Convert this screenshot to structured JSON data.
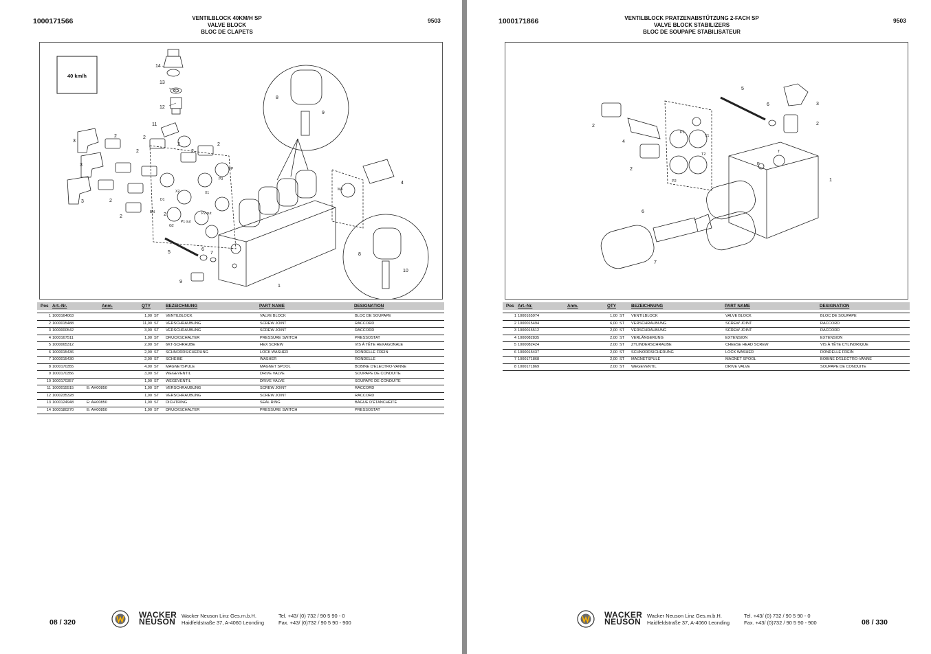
{
  "left": {
    "part_code": "1000171566",
    "title_de": "VENTILBLOCK 40KM/H SP",
    "title_en": "VALVE BLOCK",
    "title_fr": "BLOC DE CLAPETS",
    "section": "9503",
    "diagram_label": "40 km/h",
    "callouts": [
      "14",
      "13",
      "12",
      "11",
      "3",
      "2",
      "2",
      "2",
      "2",
      "2",
      "2",
      "3",
      "3",
      "2",
      "2",
      "2",
      "8",
      "9",
      "4",
      "5",
      "6",
      "7",
      "9",
      "1",
      "8",
      "10"
    ],
    "port_labels": [
      "FP",
      "X2",
      "X1",
      "D1",
      "P1 out",
      "P2 out",
      "P3",
      "BN",
      "G2",
      "MA"
    ],
    "columns": {
      "pos": "Pos",
      "art": "Art.-Nr.",
      "anm": "Anm.",
      "qty": "QTY",
      "bez": "BEZEICHNUNG",
      "part": "PART NAME",
      "desig": "DESIGNATION"
    },
    "rows": [
      {
        "pos": "1",
        "art": "1000164063",
        "anm": "",
        "qty": "1,00",
        "unit": "ST",
        "bez": "VENTILBLOCK",
        "part": "VALVE BLOCK",
        "desig": "BLOC DE SOUPAPE"
      },
      {
        "pos": "2",
        "art": "1000015488",
        "anm": "",
        "qty": "11,00",
        "unit": "ST",
        "bez": "VERSCHRAUBUNG",
        "part": "SCREW JOINT",
        "desig": "RACCORD"
      },
      {
        "pos": "3",
        "art": "1000000542",
        "anm": "",
        "qty": "3,00",
        "unit": "ST",
        "bez": "VERSCHRAUBUNG",
        "part": "SCREW JOINT",
        "desig": "RACCORD"
      },
      {
        "pos": "4",
        "art": "1000167511",
        "anm": "",
        "qty": "1,00",
        "unit": "ST",
        "bez": "DRUCKSCHALTER",
        "part": "PRESSURE SWITCH",
        "desig": "PRESSOSTAT"
      },
      {
        "pos": "5",
        "art": "1000065312",
        "anm": "",
        "qty": "2,00",
        "unit": "ST",
        "bez": "6KT-SCHRAUBE",
        "part": "HEX SCREW",
        "desig": "VIS À TÊTE HEXAGONALE"
      },
      {
        "pos": "6",
        "art": "1000015436",
        "anm": "",
        "qty": "2,00",
        "unit": "ST",
        "bez": "SCHNORRSICHERUNG",
        "part": "LOCK WASHER",
        "desig": "RONDELLE FREIN"
      },
      {
        "pos": "7",
        "art": "1000015430",
        "anm": "",
        "qty": "2,00",
        "unit": "ST",
        "bez": "SCHEIBE",
        "part": "WASHER",
        "desig": "RONDELLE"
      },
      {
        "pos": "8",
        "art": "1000170355",
        "anm": "",
        "qty": "4,00",
        "unit": "ST",
        "bez": "MAGNETSPULE",
        "part": "MAGNET SPOOL",
        "desig": "BOBINE D'ELECTRO-VANNE"
      },
      {
        "pos": "9",
        "art": "1000170356",
        "anm": "",
        "qty": "3,00",
        "unit": "ST",
        "bez": "WEGEVENTIL",
        "part": "DRIVE VALVE",
        "desig": "SOUPAPE DE CONDUITE"
      },
      {
        "pos": "10",
        "art": "1000170357",
        "anm": "",
        "qty": "1,00",
        "unit": "ST",
        "bez": "WEGEVENTIL",
        "part": "DRIVE VALVE",
        "desig": "SOUPAPE DE CONDUITE"
      },
      {
        "pos": "11",
        "art": "1000015515",
        "anm": "E: AH00850",
        "qty": "1,00",
        "unit": "ST",
        "bez": "VERSCHRAUBUNG",
        "part": "SCREW JOINT",
        "desig": "RACCORD"
      },
      {
        "pos": "12",
        "art": "1000235328",
        "anm": "",
        "qty": "1,00",
        "unit": "ST",
        "bez": "VERSCHRAUBUNG",
        "part": "SCREW JOINT",
        "desig": "RACCORD"
      },
      {
        "pos": "13",
        "art": "1000124948",
        "anm": "E: AH00850",
        "qty": "1,00",
        "unit": "ST",
        "bez": "DICHTRING",
        "part": "SEAL RING",
        "desig": "BAGUE D'ÉTANCHÉITÉ"
      },
      {
        "pos": "14",
        "art": "1000180270",
        "anm": "E: AH00850",
        "qty": "1,00",
        "unit": "ST",
        "bez": "DRUCKSCHALTER",
        "part": "PRESSURE SWITCH",
        "desig": "PRESSOSTAT"
      }
    ],
    "page_number": "08 / 320"
  },
  "right": {
    "part_code": "1000171866",
    "title_de": "VENTILBLOCK PRATZENABSTÜTZUNG 2-FACH SP",
    "title_en": "VALVE BLOCK STABILIZERS",
    "title_fr": "BLOC DE SOUPAPE STABILISATEUR",
    "section": "9503",
    "callouts": [
      "5",
      "6",
      "3",
      "2",
      "2",
      "4",
      "2",
      "1",
      "6",
      "7"
    ],
    "port_labels": [
      "P1",
      "T1",
      "T2",
      "P2",
      "P",
      "T"
    ],
    "columns": {
      "pos": "Pos",
      "art": "Art.-Nr.",
      "anm": "Anm.",
      "qty": "QTY",
      "bez": "BEZEICHNUNG",
      "part": "PART NAME",
      "desig": "DESIGNATION"
    },
    "rows": [
      {
        "pos": "1",
        "art": "1000165974",
        "anm": "",
        "qty": "1,00",
        "unit": "ST",
        "bez": "VENTILBLOCK",
        "part": "VALVE BLOCK",
        "desig": "BLOC DE SOUPAPE"
      },
      {
        "pos": "2",
        "art": "1000015494",
        "anm": "",
        "qty": "6,00",
        "unit": "ST",
        "bez": "VERSCHRAUBUNG",
        "part": "SCREW JOINT",
        "desig": "RACCORD"
      },
      {
        "pos": "3",
        "art": "1000015512",
        "anm": "",
        "qty": "2,00",
        "unit": "ST",
        "bez": "VERSCHRAUBUNG",
        "part": "SCREW JOINT",
        "desig": "RACCORD"
      },
      {
        "pos": "4",
        "art": "1000082835",
        "anm": "",
        "qty": "2,00",
        "unit": "ST",
        "bez": "VERLÄNGERUNG",
        "part": "EXTENSION",
        "desig": "EXTENSION"
      },
      {
        "pos": "5",
        "art": "1000082424",
        "anm": "",
        "qty": "2,00",
        "unit": "ST",
        "bez": "ZYLINDERSCHRAUBE",
        "part": "CHEESE HEAD SCREW",
        "desig": "VIS À TÊTE CYLINDRIQUE"
      },
      {
        "pos": "6",
        "art": "1000015437",
        "anm": "",
        "qty": "2,00",
        "unit": "ST",
        "bez": "SCHNORRSICHERUNG",
        "part": "LOCK WASHER",
        "desig": "RONDELLE FREIN"
      },
      {
        "pos": "7",
        "art": "1000171868",
        "anm": "",
        "qty": "2,00",
        "unit": "ST",
        "bez": "MAGNETSPULE",
        "part": "MAGNET SPOOL",
        "desig": "BOBINE D'ELECTRO-VANNE"
      },
      {
        "pos": "8",
        "art": "1000171869",
        "anm": "",
        "qty": "2,00",
        "unit": "ST",
        "bez": "WEGEVENTIL",
        "part": "DRIVE VALVE",
        "desig": "SOUPAPE DE CONDUITE"
      }
    ],
    "page_number": "08 / 330"
  },
  "footer": {
    "brand_line1": "WACKER",
    "brand_line2": "NEUSON",
    "company": "Wacker Neuson Linz  Ges.m.b.H.",
    "address": "Haidfeldstraße 37, A-4060 Leonding",
    "tel": "Tel. +43/ (0) 732 / 90 5 90 - 0",
    "fax": "Fax. +43/ (0)732 / 90 5 90 - 900"
  }
}
